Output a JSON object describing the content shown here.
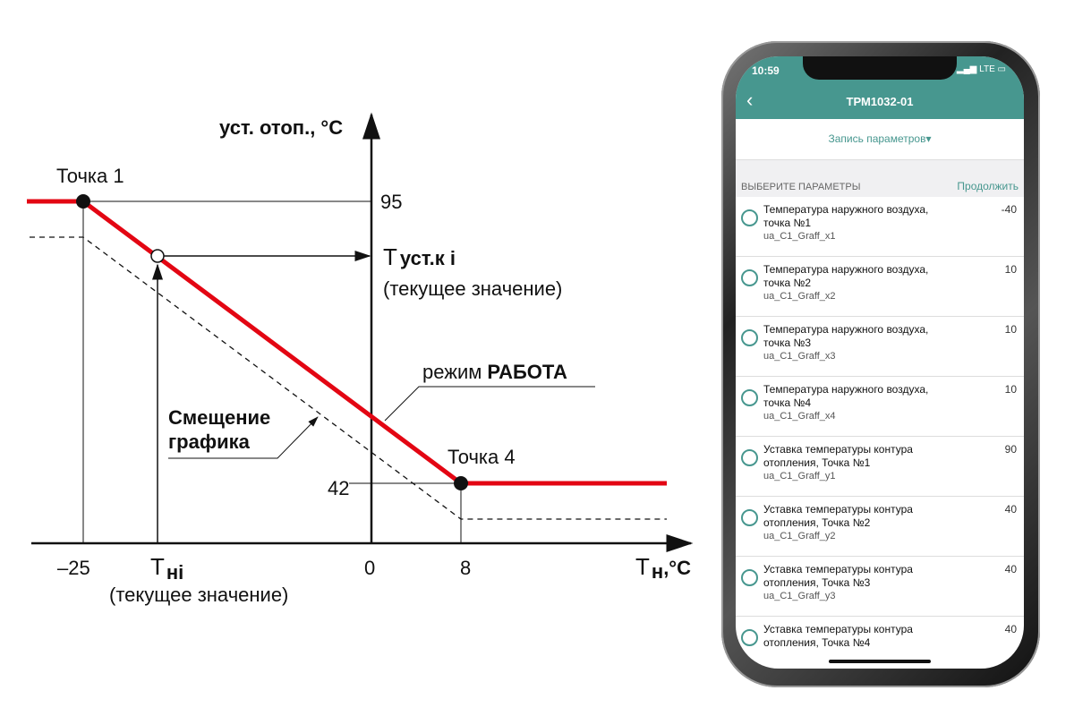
{
  "diagram": {
    "y_axis_label": "уст. отоп., °С",
    "point1": "Точка 1",
    "point4": "Точка 4",
    "y95": "95",
    "y42": "42",
    "t_set_main": "Т",
    "t_set_sub": "уст.к i",
    "t_set_note": "(текущее значение)",
    "mode_prefix": "режим",
    "mode_bold": "РАБОТА",
    "shift_line1": "Смещение",
    "shift_line2": "графика",
    "x_m25": "–25",
    "tn_main": "Т",
    "tn_sub": "нi",
    "tn_note": "(текущее значение)",
    "x0": "0",
    "x8": "8",
    "x_axis_main": "Т",
    "x_axis_sub": "н",
    "x_axis_unit": ",°С",
    "colors": {
      "curve": "#e30613",
      "axis": "#111111"
    }
  },
  "phone": {
    "time": "10:59",
    "network": "LTE",
    "title": "ТРМ1032-01",
    "dropdown": "Запись параметров",
    "section_header": "ВЫБЕРИТЕ ПАРАМЕТРЫ",
    "continue": "Продолжить",
    "accent": "#47978f",
    "items": [
      {
        "name": "Температура наружного воздуха, точка №1",
        "code": "ua_C1_Graff_x1",
        "value": "-40"
      },
      {
        "name": "Температура наружного воздуха, точка №2",
        "code": "ua_C1_Graff_x2",
        "value": "10"
      },
      {
        "name": "Температура наружного воздуха, точка №3",
        "code": "ua_C1_Graff_x3",
        "value": "10"
      },
      {
        "name": "Температура наружного воздуха, точка №4",
        "code": "ua_C1_Graff_x4",
        "value": "10"
      },
      {
        "name": "Уставка температуры контура отопления, Точка №1",
        "code": "ua_C1_Graff_y1",
        "value": "90"
      },
      {
        "name": "Уставка температуры контура отопления, Точка №2",
        "code": "ua_C1_Graff_y2",
        "value": "40"
      },
      {
        "name": "Уставка температуры контура отопления, Точка №3",
        "code": "ua_C1_Graff_y3",
        "value": "40"
      },
      {
        "name": "Уставка температуры контура отопления, Точка №4",
        "code": "",
        "value": "40"
      }
    ]
  }
}
